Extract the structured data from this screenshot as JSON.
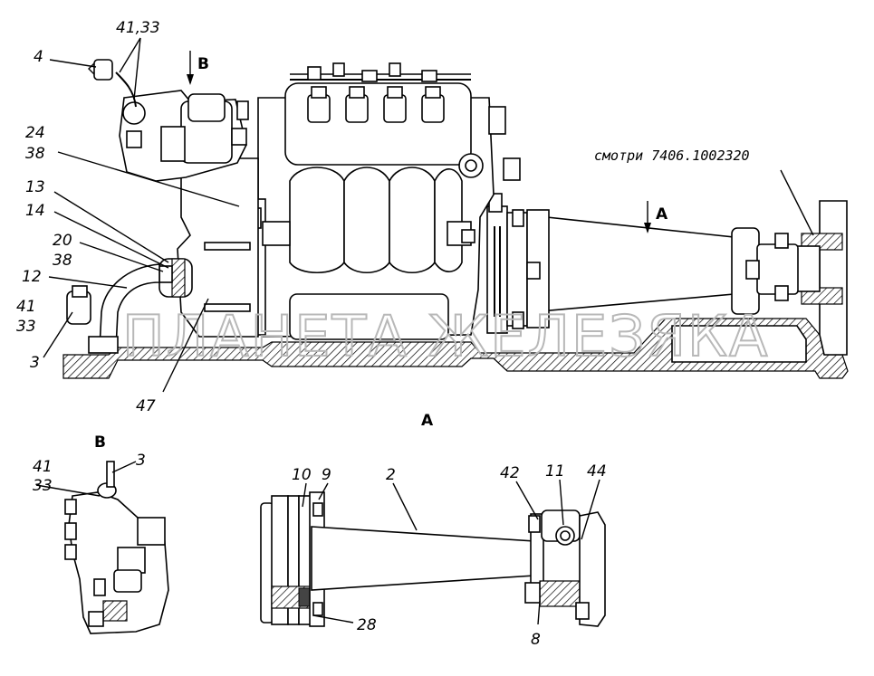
{
  "callouts": {
    "c4": "4",
    "c41_33_top": "41,33",
    "c24": "24",
    "c38_a": "38",
    "c13": "13",
    "c14": "14",
    "c20": "20",
    "c38_b": "38",
    "c12": "12",
    "c41_left": "41",
    "c33_left": "33",
    "c3_left": "3",
    "c47": "47",
    "cB_arrow": "B",
    "cA_arrow": "A",
    "ref_note": "смотри 7406.1002320",
    "view_A": "A",
    "view_B": "B",
    "b_41": "41",
    "b_33": "33",
    "b_3": "3",
    "a_10": "10",
    "a_9": "9",
    "a_2": "2",
    "a_28": "28",
    "a_42": "42",
    "a_11": "11",
    "a_44": "44",
    "a_8": "8"
  },
  "watermark": "ПЛАНЕТА ЖЕЛЕЗЯКА"
}
